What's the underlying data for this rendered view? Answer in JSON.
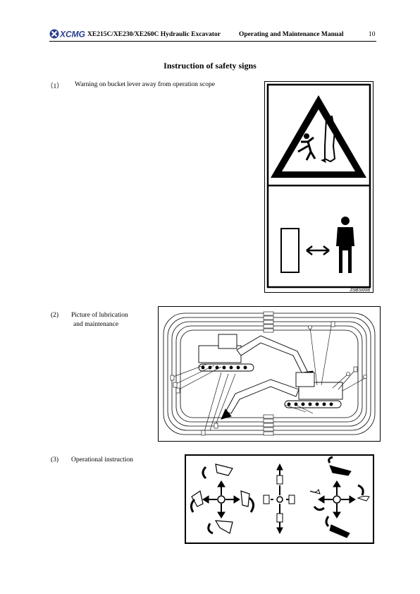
{
  "header": {
    "logo_text": "XCMG",
    "model_text": "XE215C/XE230/XE260C Hydraulic Excavator",
    "manual_text": "Operating and Maintenance Manual",
    "page_number": "10"
  },
  "section_title": "Instruction of safety signs",
  "items": [
    {
      "number": "（1）",
      "text": "Warning on bucket lever away from operation scope",
      "sign_code": "JSBS008"
    },
    {
      "number": "(2)",
      "text_line1": "Picture of lubrication",
      "text_line2": "and maintenance"
    },
    {
      "number": "(3)",
      "text": "Operational instruction"
    }
  ]
}
